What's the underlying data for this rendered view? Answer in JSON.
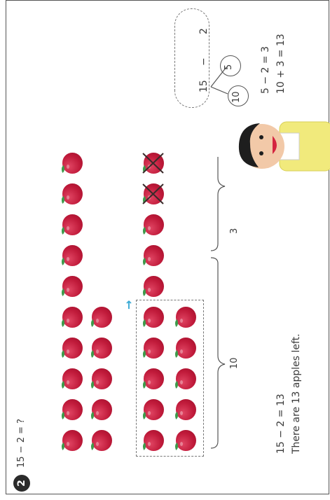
{
  "problem": {
    "number": "2",
    "question": "15 − 2 = ?"
  },
  "apples": {
    "top_group_rows": 2,
    "top_row1_count": 10,
    "top_row2_count": 5,
    "bottom_row1_count": 10,
    "bottom_row2_count": 5,
    "crossed_out": 2,
    "color": "#c01a3a",
    "leaf_color": "#3d9a4a",
    "arrow_color": "#37a9d4"
  },
  "braces": {
    "ten_label": "10",
    "three_label": "3"
  },
  "bond": {
    "total": "15",
    "minus": "−",
    "subtrahend": "2",
    "part_ten": "10",
    "part_five": "5",
    "step1": "5 − 2 = 3",
    "step2": "10 + 3 = 13"
  },
  "answer": {
    "equation": "15 − 2 = 13",
    "sentence": "There are 13 apples left."
  }
}
